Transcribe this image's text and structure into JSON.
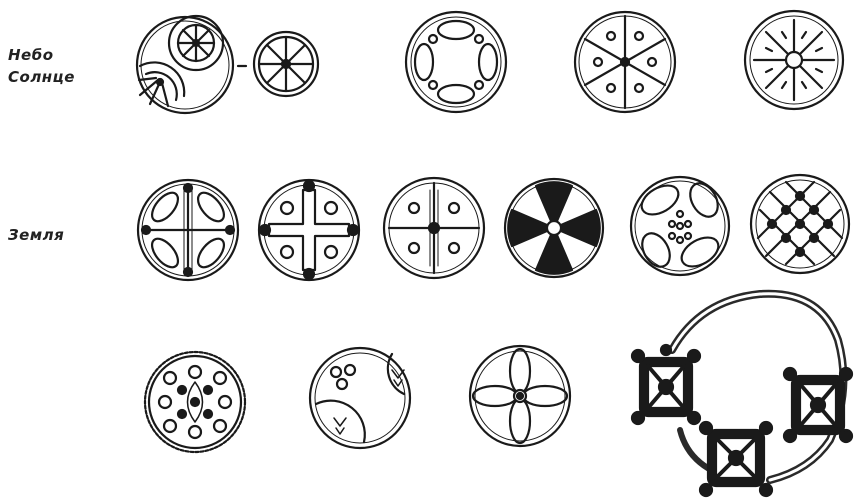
{
  "labels": {
    "sky": "Небо",
    "sun": "Солнце",
    "earth": "Земля"
  },
  "colors": {
    "ink": "#1a1a1a",
    "background": "#ffffff"
  }
}
